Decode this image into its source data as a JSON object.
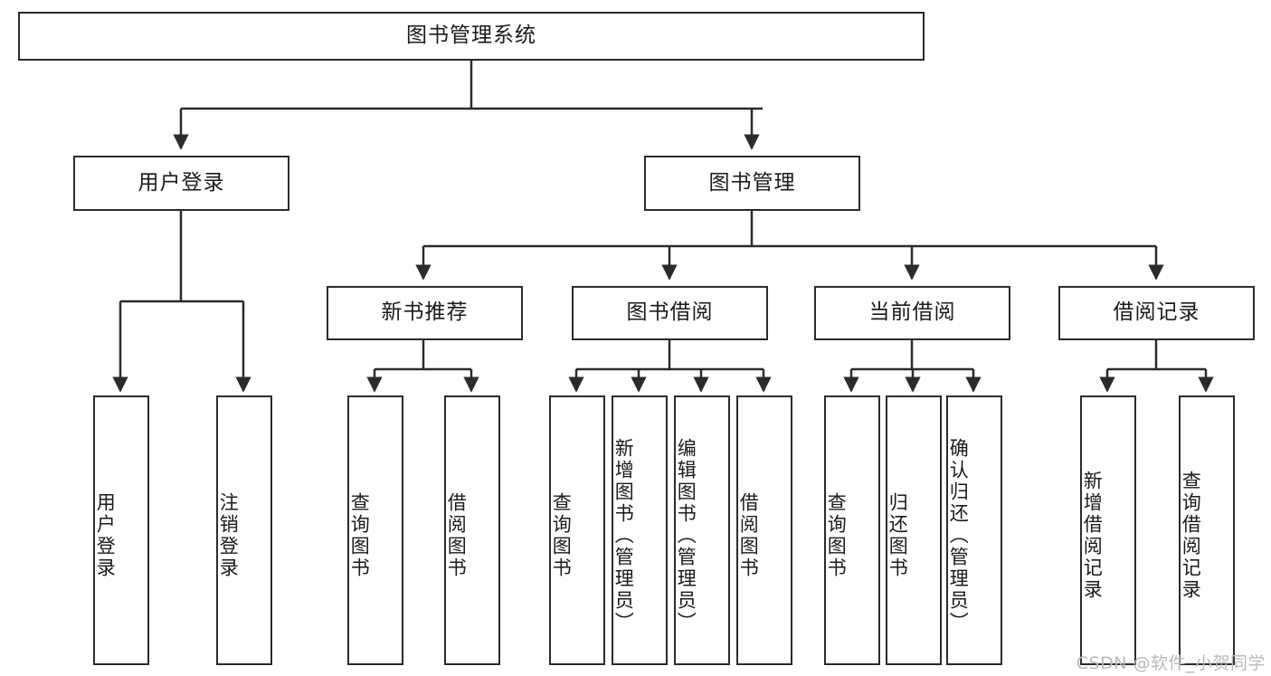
{
  "diagram": {
    "title": "图书管理系统",
    "type": "hierarchy-tree",
    "watermark": "CSDN @软件_小贺同学",
    "colors": {
      "background": "#ffffff",
      "border": "#2b2b2b",
      "text": "#1a1a1a",
      "edge": "#2b2b2b",
      "watermark": "#b9b9b9"
    },
    "nodes": {
      "root": {
        "label": "图书管理系统"
      },
      "level2": [
        {
          "id": "user-login",
          "label": "用户登录"
        },
        {
          "id": "book-manage",
          "label": "图书管理"
        }
      ],
      "level3": [
        {
          "id": "new-book-recommend",
          "label": "新书推荐"
        },
        {
          "id": "book-borrow",
          "label": "图书借阅"
        },
        {
          "id": "current-borrow",
          "label": "当前借阅"
        },
        {
          "id": "borrow-record",
          "label": "借阅记录"
        }
      ],
      "leaves": {
        "user_login": [
          {
            "id": "leaf-user-login",
            "label": "用户登录"
          },
          {
            "id": "leaf-logout-login",
            "label": "注销登录"
          }
        ],
        "new_book_recommend": [
          {
            "id": "leaf-query-book-1",
            "label": "查询图书"
          },
          {
            "id": "leaf-borrow-book-1",
            "label": "借阅图书"
          }
        ],
        "book_borrow": [
          {
            "id": "leaf-query-book-2",
            "label": "查询图书"
          },
          {
            "id": "leaf-add-book",
            "label": "新增图书（管理员）"
          },
          {
            "id": "leaf-edit-book",
            "label": "编辑图书（管理员）"
          },
          {
            "id": "leaf-borrow-book-2",
            "label": "借阅图书"
          }
        ],
        "current_borrow": [
          {
            "id": "leaf-query-book-3",
            "label": "查询图书"
          },
          {
            "id": "leaf-return-book",
            "label": "归还图书"
          },
          {
            "id": "leaf-confirm-return",
            "label": "确认归还（管理员）"
          }
        ],
        "borrow_record": [
          {
            "id": "leaf-add-record",
            "label": "新增借阅记录"
          },
          {
            "id": "leaf-query-record",
            "label": "查询借阅记录"
          }
        ]
      }
    }
  }
}
